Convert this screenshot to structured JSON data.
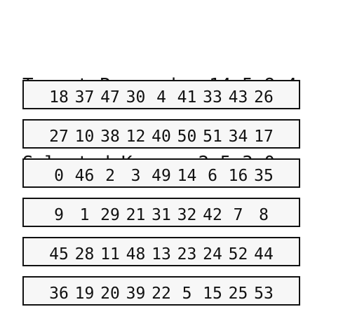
{
  "header": {
    "target_label": "Target Passcode:",
    "target_values": "14 5 8 4",
    "selected_label": "Selected Keys:",
    "selected_values": "2 5 3 0"
  },
  "keypad": {
    "rows": [
      [
        "18",
        "37",
        "47",
        "30",
        "4",
        "41",
        "33",
        "43",
        "26"
      ],
      [
        "27",
        "10",
        "38",
        "12",
        "40",
        "50",
        "51",
        "34",
        "17"
      ],
      [
        "0",
        "46",
        "2",
        "3",
        "49",
        "14",
        "6",
        "16",
        "35"
      ],
      [
        "9",
        "1",
        "29",
        "21",
        "31",
        "32",
        "42",
        "7",
        "8"
      ],
      [
        "45",
        "28",
        "11",
        "48",
        "13",
        "23",
        "24",
        "52",
        "44"
      ],
      [
        "36",
        "19",
        "20",
        "39",
        "22",
        "5",
        "15",
        "25",
        "53"
      ]
    ]
  }
}
